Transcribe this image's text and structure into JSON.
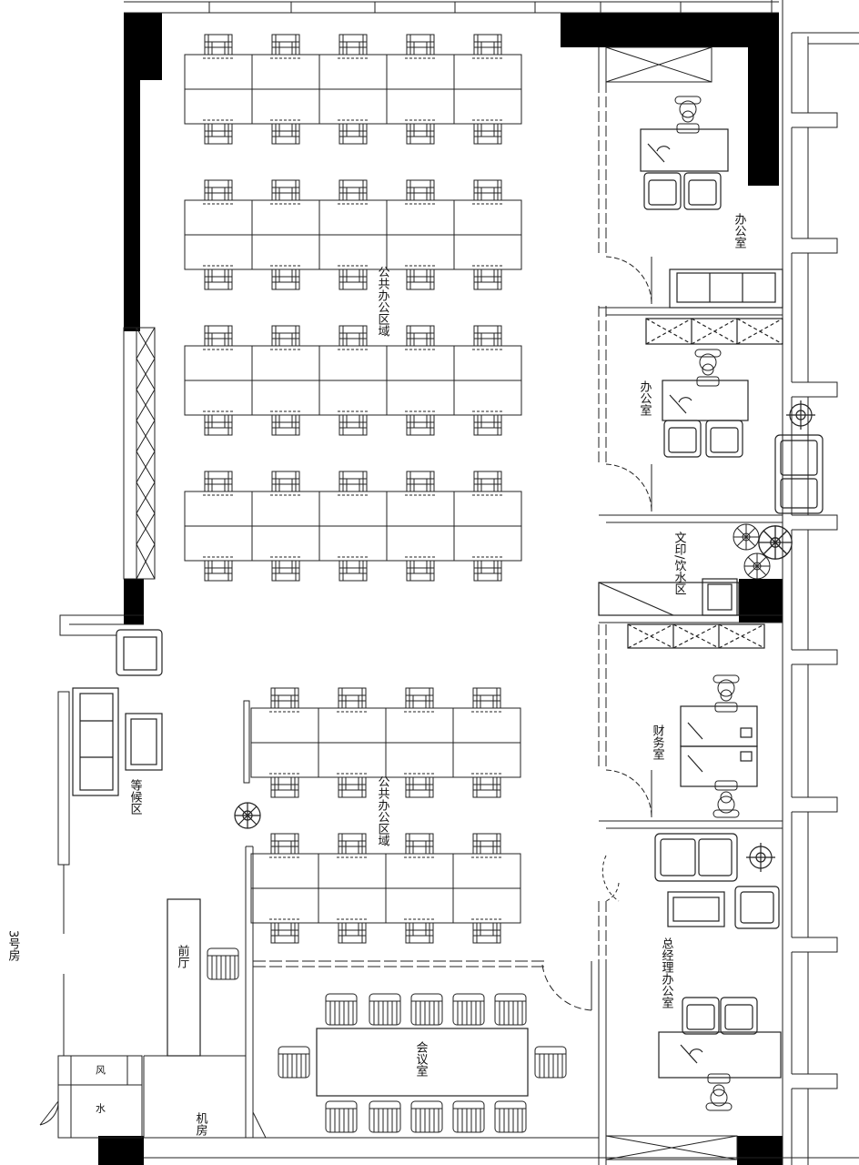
{
  "rooms": {
    "office_1": "办公室",
    "office_2": "办公室",
    "public_area_1": "公共办公区域",
    "public_area_2": "公共办公区域",
    "print_area": "文印/饮水区",
    "finance": "财务室",
    "waiting": "等候区",
    "gm_office": "总经理办公室",
    "reception": "前厅",
    "meeting": "会议室",
    "machine_room": "机房",
    "room_number": "3号房",
    "small_room_1": "风",
    "small_room_2": "水"
  },
  "colors": {
    "wall": "#000000",
    "line": "#222222",
    "background": "#ffffff"
  }
}
